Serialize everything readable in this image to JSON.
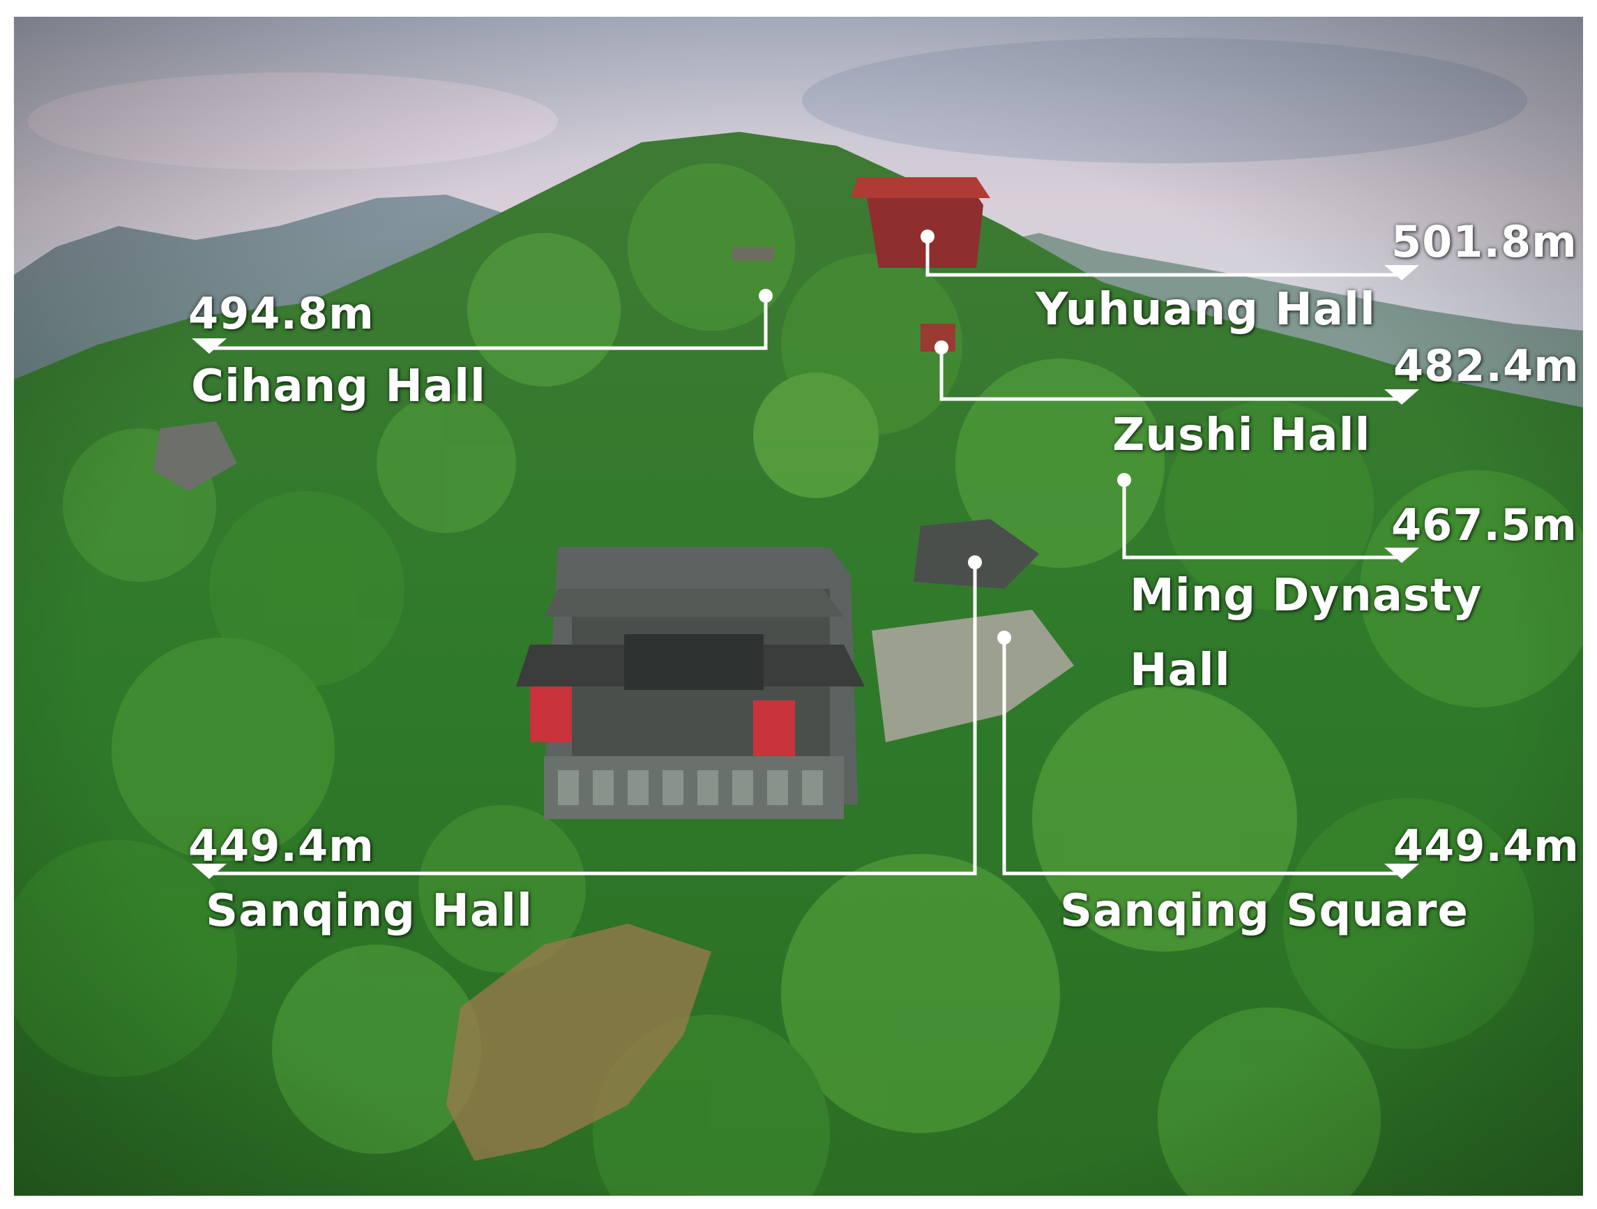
{
  "colors": {
    "leader_line": "#ffffff",
    "label_text": "#ffffff"
  },
  "annotations": [
    {
      "id": "yuhuang",
      "elevation": "501.8m",
      "name": "Yuhuang Hall"
    },
    {
      "id": "cihang",
      "elevation": "494.8m",
      "name": "Cihang Hall"
    },
    {
      "id": "zushi",
      "elevation": "482.4m",
      "name": "Zushi Hall"
    },
    {
      "id": "ming",
      "elevation": "467.5m",
      "name_line1": "Ming Dynasty",
      "name_line2": "Hall"
    },
    {
      "id": "sanqing-hall",
      "elevation": "449.4m",
      "name": "Sanqing Hall"
    },
    {
      "id": "sanqing-square",
      "elevation": "449.4m",
      "name": "Sanqing Square"
    }
  ]
}
